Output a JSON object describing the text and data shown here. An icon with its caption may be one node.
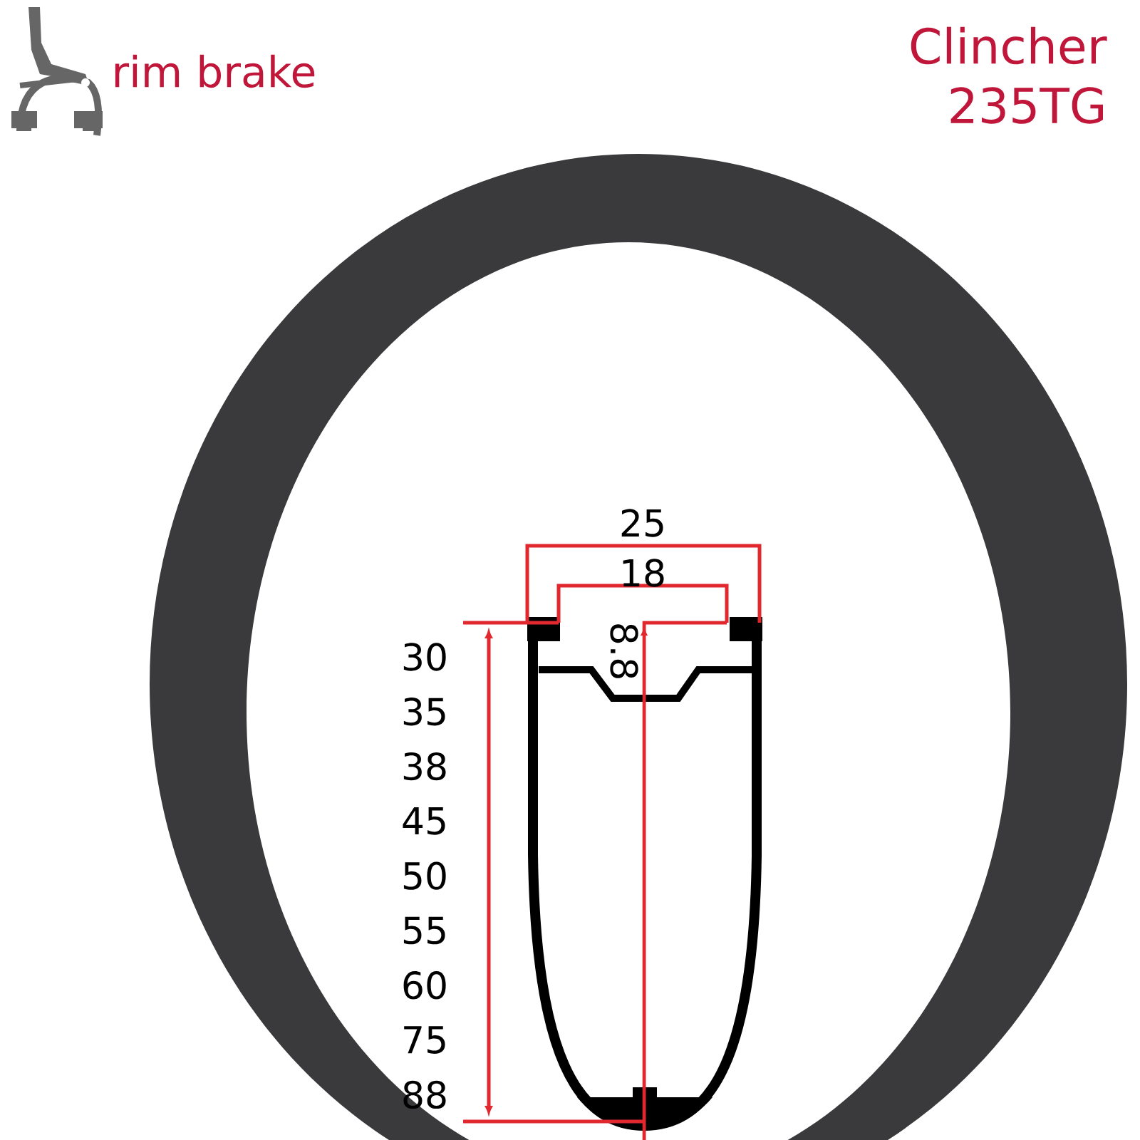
{
  "diagram": {
    "labels": [
      "rim brake",
      "Clincher",
      "235TG",
      "25",
      "18",
      "8.8",
      "30",
      "35",
      "38",
      "45",
      "50",
      "55",
      "60",
      "75",
      "88"
    ]
  }
}
